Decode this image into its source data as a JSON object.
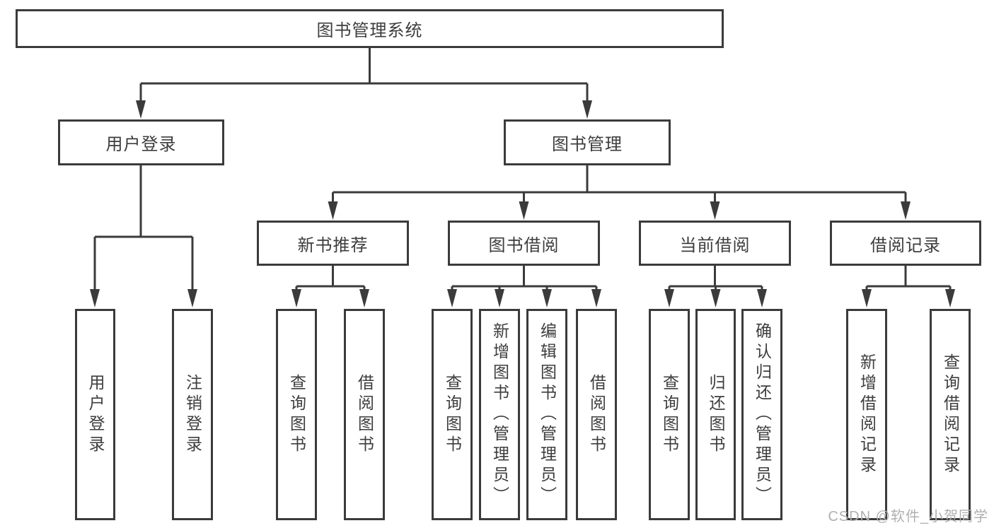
{
  "tree": {
    "label": "图书管理系统",
    "children": [
      {
        "label": "用户登录",
        "children": [
          {
            "label": "用户登录"
          },
          {
            "label": "注销登录"
          }
        ]
      },
      {
        "label": "图书管理",
        "children": [
          {
            "label": "新书推荐",
            "children": [
              {
                "label": "查询图书"
              },
              {
                "label": "借阅图书"
              }
            ]
          },
          {
            "label": "图书借阅",
            "children": [
              {
                "label": "查询图书"
              },
              {
                "label": "新增图书（管理员）"
              },
              {
                "label": "编辑图书（管理员）"
              },
              {
                "label": "借阅图书"
              }
            ]
          },
          {
            "label": "当前借阅",
            "children": [
              {
                "label": "查询图书"
              },
              {
                "label": "归还图书"
              },
              {
                "label": "确认归还（管理员）"
              }
            ]
          },
          {
            "label": "借阅记录",
            "children": [
              {
                "label": "新增借阅记录"
              },
              {
                "label": "查询借阅记录"
              }
            ]
          }
        ]
      }
    ]
  },
  "watermark": {
    "text": "CSDN @软件_小贺同学"
  },
  "colors": {
    "line": "#3b3b3b",
    "box_border": "#3b3b3b",
    "text": "#3d3d3d",
    "watermark": "#b0b0b0",
    "background": "#ffffff"
  }
}
